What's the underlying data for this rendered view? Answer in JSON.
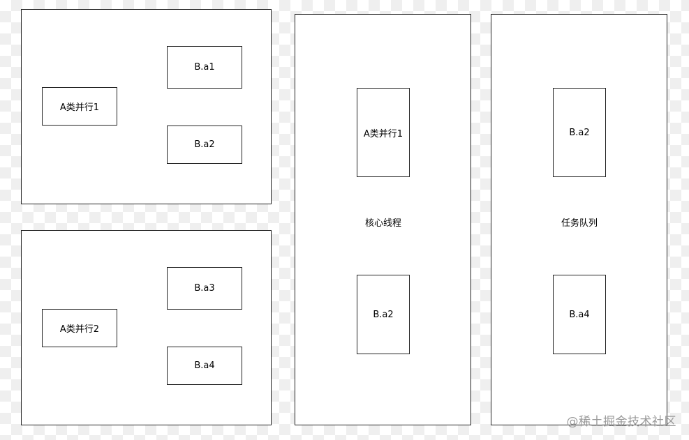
{
  "group_one": {
    "parallel_label": "A类并行1",
    "items": [
      "B.a1",
      "B.a2"
    ]
  },
  "group_two": {
    "parallel_label": "A类并行2",
    "items": [
      "B.a3",
      "B.a4"
    ]
  },
  "core_thread": {
    "title": "核心线程",
    "items": [
      "A类并行1",
      "B.a2"
    ]
  },
  "task_queue": {
    "title": "任务队列",
    "items": [
      "B.a2",
      "B.a4"
    ]
  },
  "watermark": "@稀土掘金技术社区"
}
